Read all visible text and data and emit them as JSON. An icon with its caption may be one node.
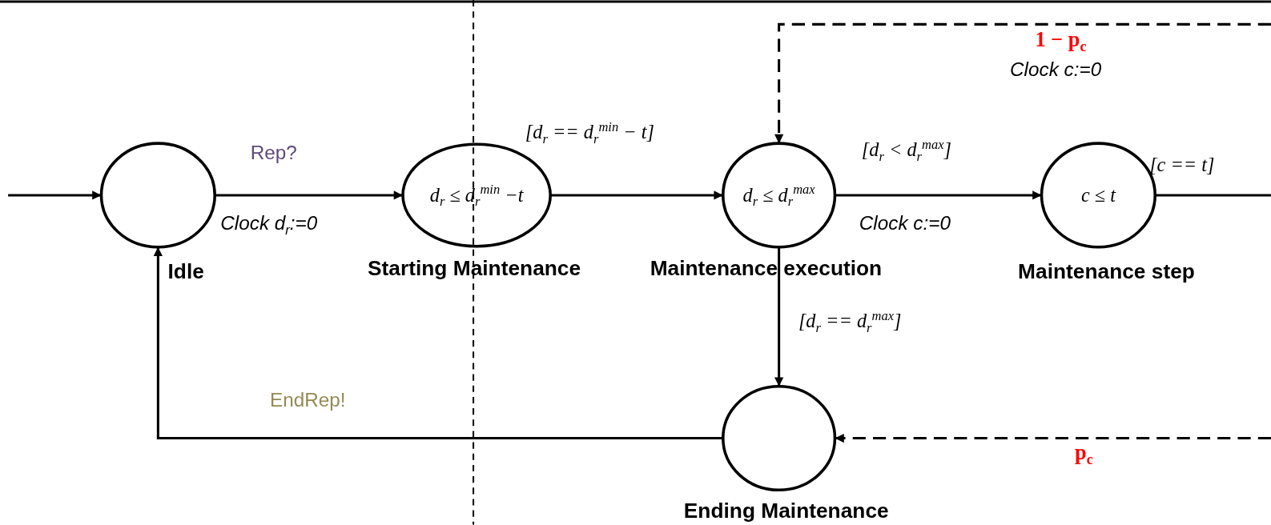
{
  "diagram": {
    "nodes": [
      {
        "text": [
          "Idle"
        ]
      },
      {
        "text": [
          "d$_{r}$ ≤ d$_{r}$$^{min}$ −t",
          "Starting Maintenance"
        ]
      },
      {
        "text": [
          "d$_{r}$ ≤ d$_{r}$$^{max}$",
          "Maintenance execution"
        ]
      },
      {
        "text": [
          "c ≤ t",
          "Maintenance step"
        ]
      },
      {
        "text": [
          "Ending Maintenance"
        ]
      }
    ],
    "edges": [
      {
        "from": null,
        "to": 0,
        "arrow": "to"
      },
      {
        "from": 0,
        "to": 1,
        "arrow": "to",
        "label": "Rep?"
      },
      {
        "from": 1,
        "to": 2,
        "arrow": "to",
        "label": "[d$_{r}$ == d$_{r}$$^{min}$ − t]"
      },
      {
        "from": 2,
        "to": 3,
        "arrow": "to",
        "label": "[d$_{r}$ < d$_{r}$$^{max}$]"
      },
      {
        "from": 3,
        "to": null,
        "arrow": "none",
        "label": "[c == t]"
      },
      {
        "from": null,
        "to": 2,
        "arrow": "to",
        "style": "dashed",
        "label": "1 − p$_{c}$"
      },
      {
        "from": null,
        "to": 4,
        "arrow": "to",
        "style": "dashed",
        "label": "p$_{c}$"
      },
      {
        "from": 2,
        "to": 4,
        "arrow": "to",
        "label": "[d$_{r}$ == d$_{r}$$^{max}$]"
      },
      {
        "from": 4,
        "to": 0,
        "arrow": "to",
        "label": "EndRep!"
      }
    ],
    "labels": [
      "Clock c:=0",
      "Clock d$_{r}$:=0",
      "Clock c:=0"
    ]
  }
}
